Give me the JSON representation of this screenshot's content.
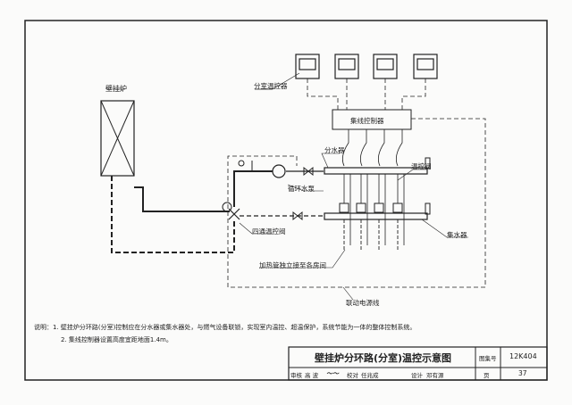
{
  "labels": {
    "boiler": "壁挂炉",
    "room_thermostat": "分室温控器",
    "wiring_controller": "集线控制器",
    "supply_manifold": "分水器",
    "circulation_pump": "循环水泵",
    "thermostatic_valve": "温控阀",
    "four_way_valve": "四通温控阀",
    "return_manifold": "集水器",
    "heating_pipes": "加热管独立接至各房间",
    "power_line": "联动电源线"
  },
  "notes": {
    "line1": "说明：1. 壁挂炉分环路(分室)控制应在分水器或集水器处，与燃气设备联锁，实现室内温控、超温保护，系统节能为一体的整体控制系统。",
    "line2": "2. 集线控制器设置高度宜距地面1.4m。"
  },
  "title_block": {
    "title": "壁挂炉分环路(分室)温控示意图",
    "atlas_label": "图集号",
    "atlas_no": "12K404",
    "review_label": "审核",
    "reviewer": "高 波",
    "check_label": "校对",
    "checker": "任兆成",
    "design_label": "设计",
    "designer": "邓有源",
    "page_label": "页",
    "page_no": "37"
  }
}
